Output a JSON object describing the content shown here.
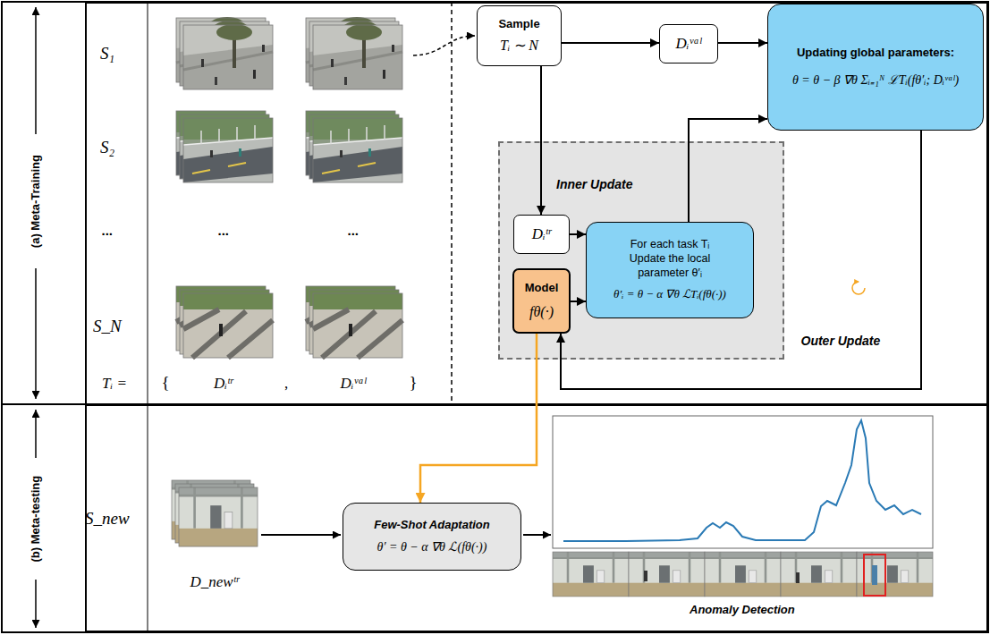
{
  "diagram": {
    "nodes": [
      {
        "text": [
          "(a) Meta-Training"
        ]
      },
      {
        "text": [
          "(b) Meta-testing"
        ]
      },
      {
        "text": [
          "Sample",
          "Tᵢ ∼ N"
        ],
        "in": 0
      },
      {
        "text": [
          "Dᵢᵛᵃˡ"
        ],
        "in": 0
      },
      {
        "text": [
          "Updating global parameters:",
          "θ = θ − β ∇θ Σᵢ₌₁ᴺ ℒTᵢ(fθ′ᵢ; Dᵢᵛᵃˡ)"
        ],
        "in": 0
      },
      {
        "text": [
          "Inner Update"
        ],
        "in": 0
      },
      {
        "text": [
          "Dᵢᵗʳ"
        ],
        "in": 5
      },
      {
        "text": [
          "Model",
          "fθ(·)"
        ],
        "in": 5
      },
      {
        "text": [
          "For each task Tᵢ Update the local parameter θ′ᵢ",
          "θ′ᵢ = θ − α ∇θ ℒTᵢ(fθ(·))"
        ],
        "in": 5
      },
      {
        "text": [
          "Few-Shot Adaptation",
          "θ′ = θ − α ∇θ ℒ(fθ(·))"
        ],
        "in": 1
      }
    ],
    "edges": [
      {
        "from": 2,
        "to": 3,
        "arrow": "to"
      },
      {
        "from": 3,
        "to": 4,
        "arrow": "to"
      },
      {
        "from": 2,
        "to": 6,
        "arrow": "to"
      },
      {
        "from": 6,
        "to": 8,
        "arrow": "to"
      },
      {
        "from": 7,
        "to": 8,
        "arrow": "to"
      },
      {
        "from": 8,
        "to": 4,
        "arrow": "to"
      },
      {
        "from": 4,
        "to": 7,
        "arrow": "to"
      },
      {
        "from": 7,
        "to": 9,
        "arrow": "to"
      }
    ],
    "labels": [
      "S₁",
      "S₂",
      "...",
      "...",
      "...",
      "S_N",
      "Tᵢ =",
      "{",
      "Dᵢᵗʳ",
      ",",
      "Dᵢᵛᵃˡ",
      "}",
      "Outer Update",
      "S_new",
      "D_newᵗʳ",
      "Anomaly Detection"
    ]
  }
}
